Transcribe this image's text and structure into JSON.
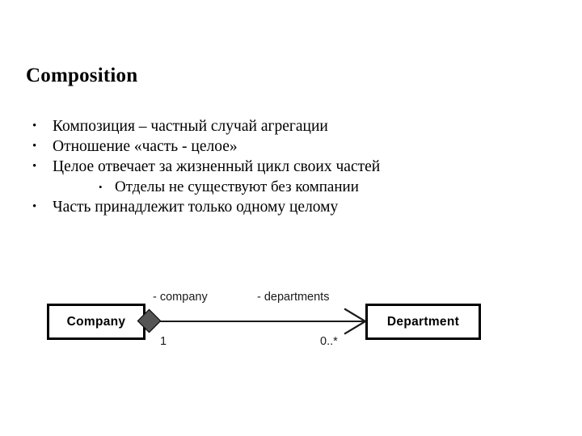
{
  "slide": {
    "title": "Composition",
    "background_color": "#ffffff",
    "text_color": "#000000"
  },
  "bullets": [
    {
      "level": 1,
      "marker": "•",
      "text": "Композиция – частный случай агрегации"
    },
    {
      "level": 1,
      "marker": "•",
      "text": "Отношение «часть - целое»"
    },
    {
      "level": 1,
      "marker": "•",
      "text": "Целое отвечает за жизненный цикл своих частей"
    },
    {
      "level": 2,
      "marker": "•",
      "text": "Отделы не существуют без компании"
    },
    {
      "level": 1,
      "marker": "•",
      "text": "Часть принадлежит только одному целому"
    }
  ],
  "diagram": {
    "type": "uml-class-diagram",
    "relationship": "composition",
    "classes": [
      {
        "name": "Company"
      },
      {
        "name": "Department"
      }
    ],
    "association": {
      "source_role": "- company",
      "target_role": "- departments",
      "source_multiplicity": "1",
      "target_multiplicity": "0..*",
      "source_decoration": "filled-diamond",
      "target_decoration": "open-arrow",
      "diamond_fill_color": "#555555",
      "line_color": "#1a1a1a",
      "box_border_color": "#000000"
    }
  }
}
